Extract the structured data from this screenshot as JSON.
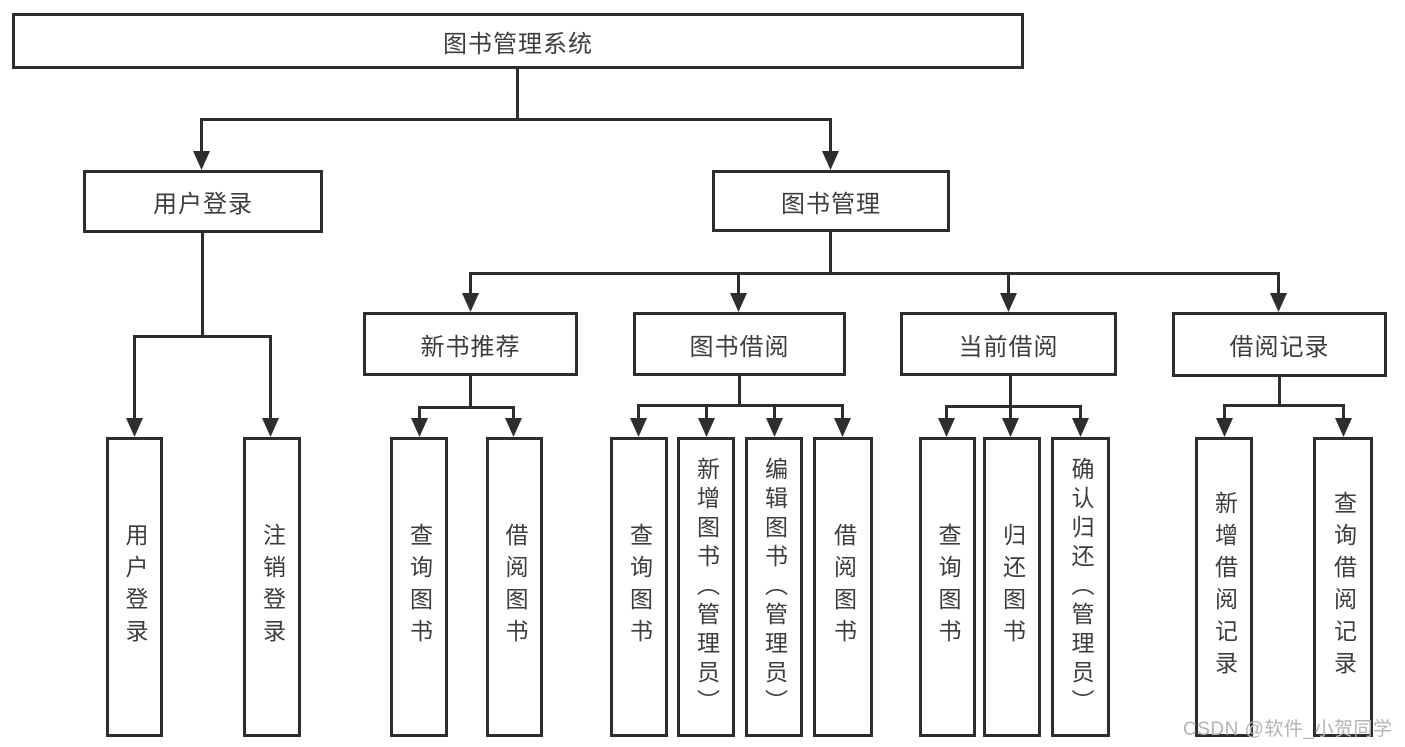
{
  "colors": {
    "line": "#2d2d2d",
    "text": "#3d3d3d",
    "background": "#ffffff",
    "watermark_color": "#b3b3b3"
  },
  "watermark": "CSDN @软件_小贺同学",
  "tree": {
    "label": "图书管理系统",
    "children": [
      {
        "label": "用户登录",
        "children": [
          "用户登录",
          "注销登录"
        ]
      },
      {
        "label": "图书管理",
        "children": [
          {
            "label": "新书推荐",
            "children": [
              "查询图书",
              "借阅图书"
            ]
          },
          {
            "label": "图书借阅",
            "children": [
              "查询图书",
              "新增图书（管理员）",
              "编辑图书（管理员）",
              "借阅图书"
            ]
          },
          {
            "label": "当前借阅",
            "children": [
              "查询图书",
              "归还图书",
              "确认归还（管理员）"
            ]
          },
          {
            "label": "借阅记录",
            "children": [
              "新增借阅记录",
              "查询借阅记录"
            ]
          }
        ]
      }
    ]
  }
}
